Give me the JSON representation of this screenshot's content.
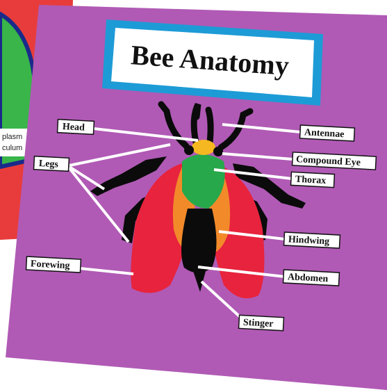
{
  "poster": {
    "title": "Bee Anatomy",
    "labels": {
      "head": "Head",
      "legs": "Legs",
      "forewing": "Forewing",
      "antennae": "Antennae",
      "compound_eye": "Compound Eye",
      "thorax": "Thorax",
      "hindwing": "Hindwing",
      "abdomen": "Abdomen",
      "stinger": "Stinger"
    }
  },
  "background_poster": {
    "fragment_line_1": "plasm",
    "fragment_line_2": "culum"
  },
  "colors": {
    "board": "#b05ab5",
    "title_frame": "#1d9bd6",
    "body": "#0b0b0b",
    "head": "#f6b820",
    "thorax": "#27a84a",
    "wing_red": "#e8233d",
    "wing_orange": "#f28a2a"
  }
}
